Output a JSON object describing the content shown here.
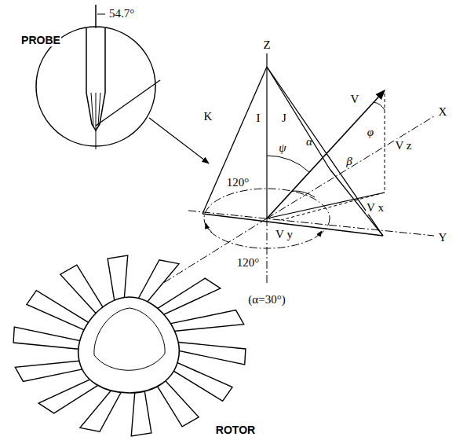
{
  "diagram": {
    "labels": [
      "PROBE",
      "54.7°",
      "Z",
      "K",
      "I",
      "J",
      "V",
      "X",
      "ψ",
      "α",
      "φ",
      "β",
      "V z",
      "V x",
      "V y",
      "Y",
      "120°",
      "120°",
      "(α=30°)",
      "ROTOR"
    ]
  }
}
